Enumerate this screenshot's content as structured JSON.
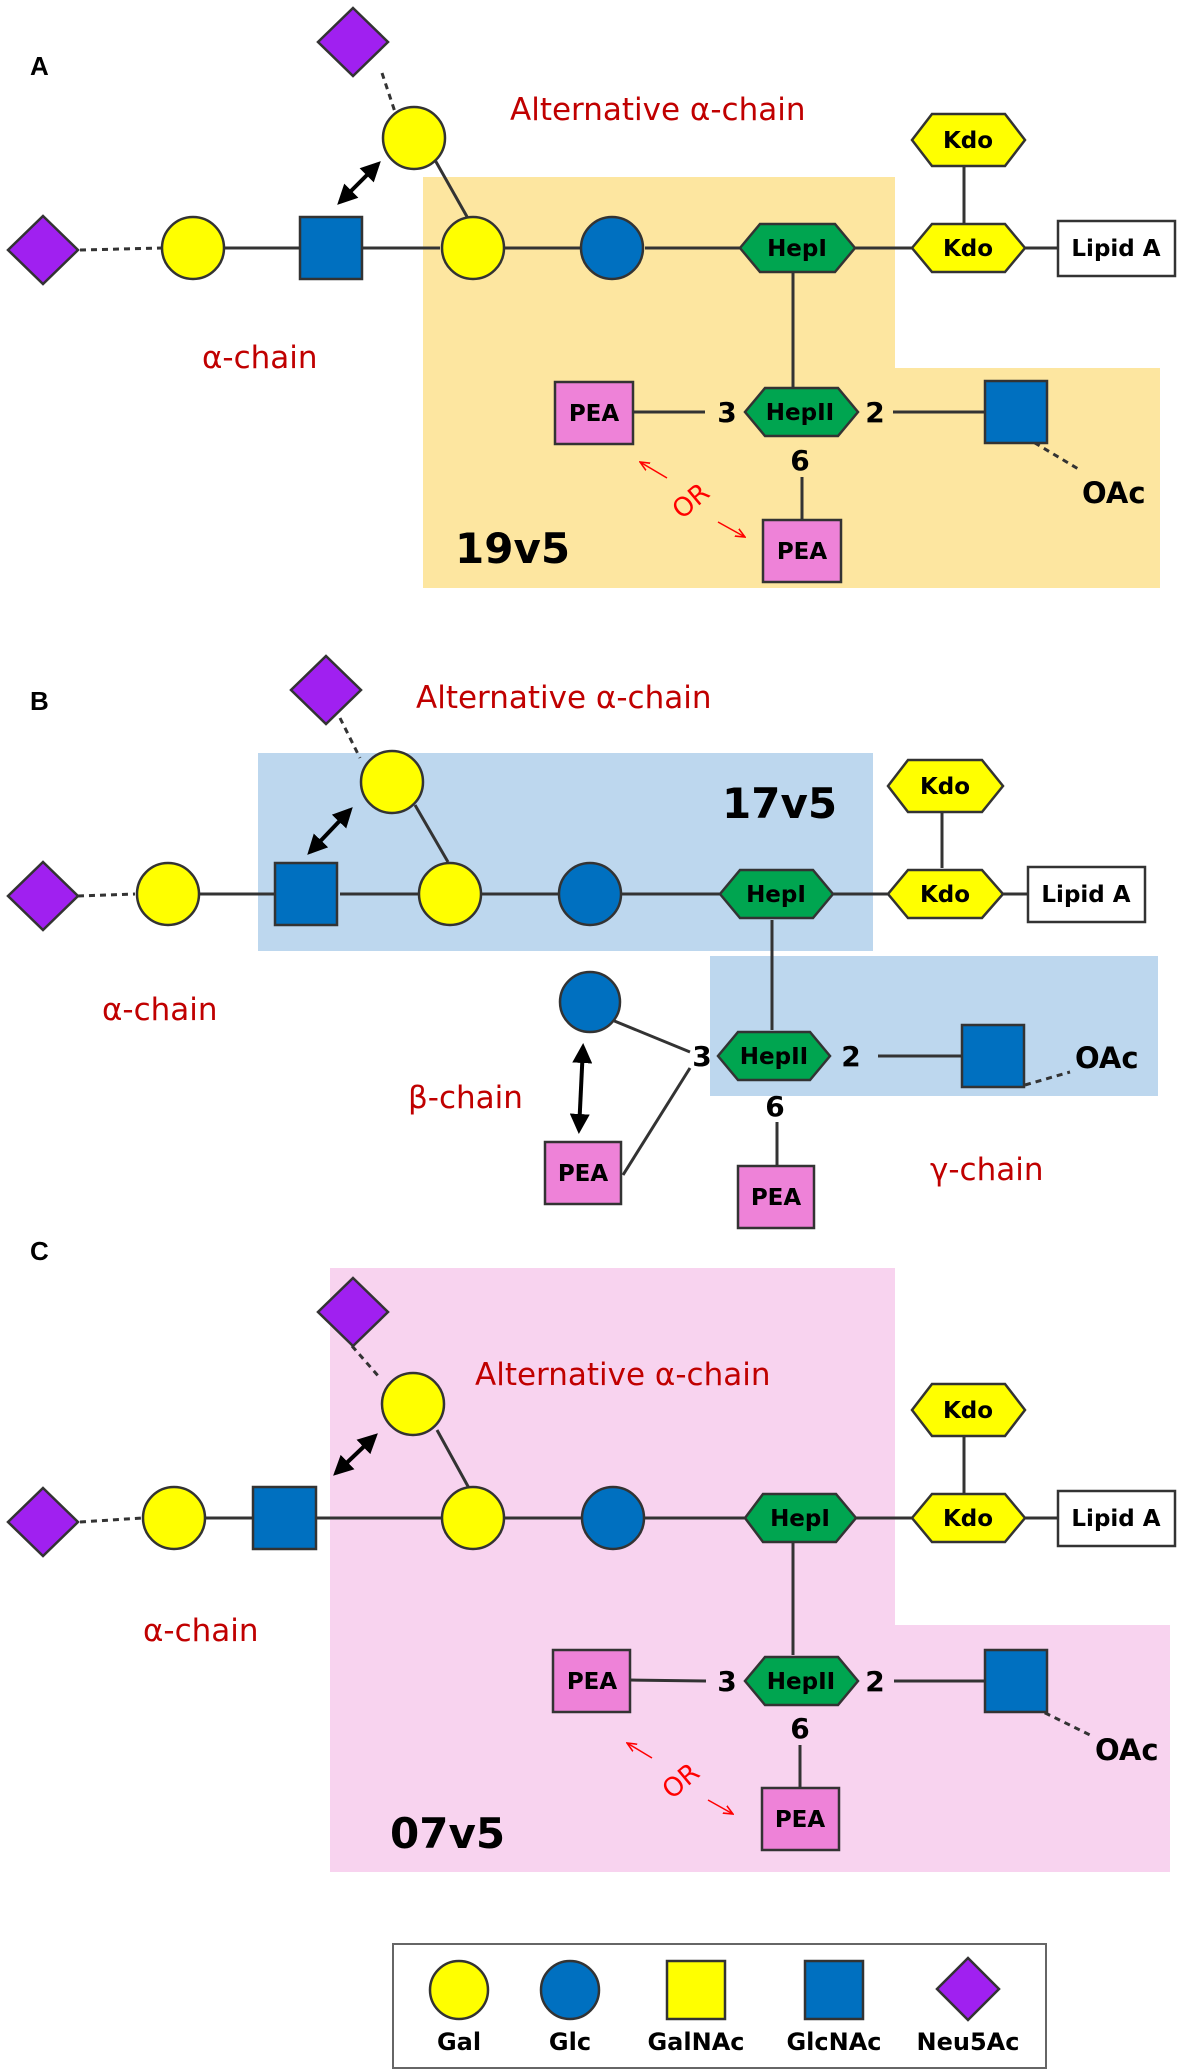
{
  "panels": [
    {
      "letter": "A",
      "strain": "19v5",
      "alt_chain": "Alternative α-chain",
      "alpha_chain": "α-chain",
      "or": "OR",
      "highlight_color": "#fde6a0"
    },
    {
      "letter": "B",
      "strain": "17v5",
      "alt_chain": "Alternative α-chain",
      "alpha_chain": "α-chain",
      "beta_chain": "β-chain",
      "gamma_chain": "γ-chain",
      "highlight_color": "#bdd7ee"
    },
    {
      "letter": "C",
      "strain": "07v5",
      "alt_chain": "Alternative α-chain",
      "alpha_chain": "α-chain",
      "or": "OR",
      "highlight_color": "#f8d3ef"
    }
  ],
  "residues": {
    "hep1": "HepI",
    "hep2": "HepII",
    "kdo": "Kdo",
    "lipid": "Lipid A",
    "pea": "PEA",
    "oac": "OAc",
    "pos3": "3",
    "pos2": "2",
    "pos6": "6"
  },
  "legend": [
    {
      "label": "Gal",
      "shape": "circle",
      "color": "#ffff00"
    },
    {
      "label": "Glc",
      "shape": "circle",
      "color": "#0070c0"
    },
    {
      "label": "GalNAc",
      "shape": "square",
      "color": "#ffff00"
    },
    {
      "label": "GlcNAc",
      "shape": "square",
      "color": "#0070c0"
    },
    {
      "label": "Neu5Ac",
      "shape": "diamond",
      "color": "#a020f0"
    }
  ]
}
